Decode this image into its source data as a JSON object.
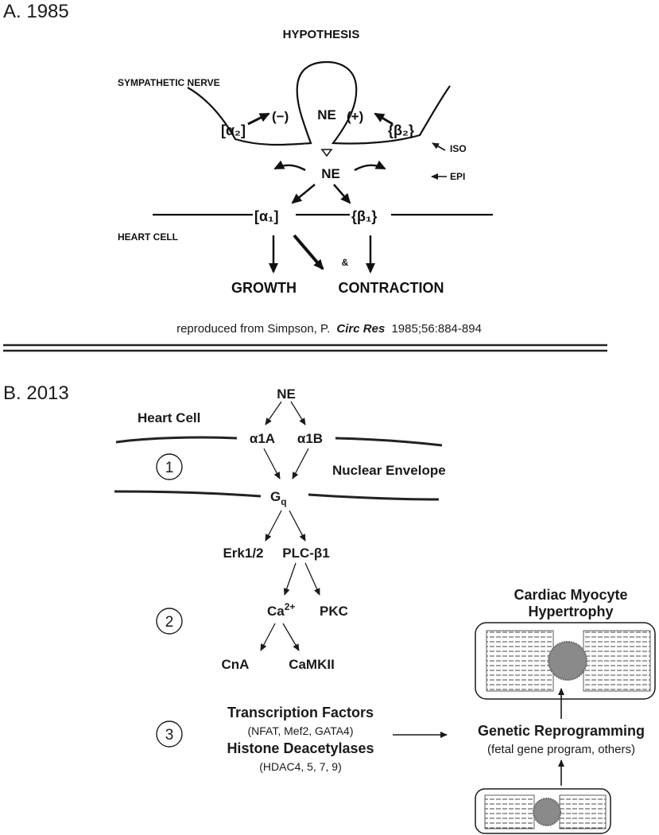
{
  "panel_a": {
    "label": "A. 1985",
    "title": "HYPOTHESIS",
    "sympathetic_nerve": "SYMPATHETIC NERVE",
    "heart_cell": "HEART CELL",
    "ne_top": "NE",
    "ne_mid": "NE",
    "alpha2": "[α₂]",
    "beta2": "{β₂}",
    "alpha1": "[α₁]",
    "beta1": "{β₁}",
    "minus": "(−)",
    "plus": "(+)",
    "iso": "ISO",
    "epi": "EPI",
    "ampersand": "&",
    "growth": "GROWTH",
    "contraction": "CONTRACTION",
    "citation_prefix": "reproduced from Simpson, P.",
    "citation_journal": "Circ Res",
    "citation_suffix": "1985;56:884-894"
  },
  "panel_b": {
    "label": "B. 2013",
    "ne": "NE",
    "heart_cell": "Heart Cell",
    "a1a": "α1A",
    "a1b": "α1B",
    "nuclear_envelope": "Nuclear Envelope",
    "gq": "G",
    "gq_sub": "q",
    "erk": "Erk1/2",
    "plc": "PLC-β1",
    "ca": "Ca",
    "ca_sup": "2+",
    "pkc": "PKC",
    "cna": "CnA",
    "camkii": "CaMKII",
    "step1": "1",
    "step2": "2",
    "step3": "3",
    "tf": "Transcription Factors",
    "tf_detail": "(NFAT, Mef2, GATA4)",
    "hdac": "Histone Deacetylases",
    "hdac_detail": "(HDAC4, 5, 7, 9)",
    "reprogramming": "Genetic Reprogramming",
    "reprogramming_detail": "(fetal gene program, others)",
    "hypertrophy_line1": "Cardiac Myocyte",
    "hypertrophy_line2": "Hypertrophy"
  }
}
